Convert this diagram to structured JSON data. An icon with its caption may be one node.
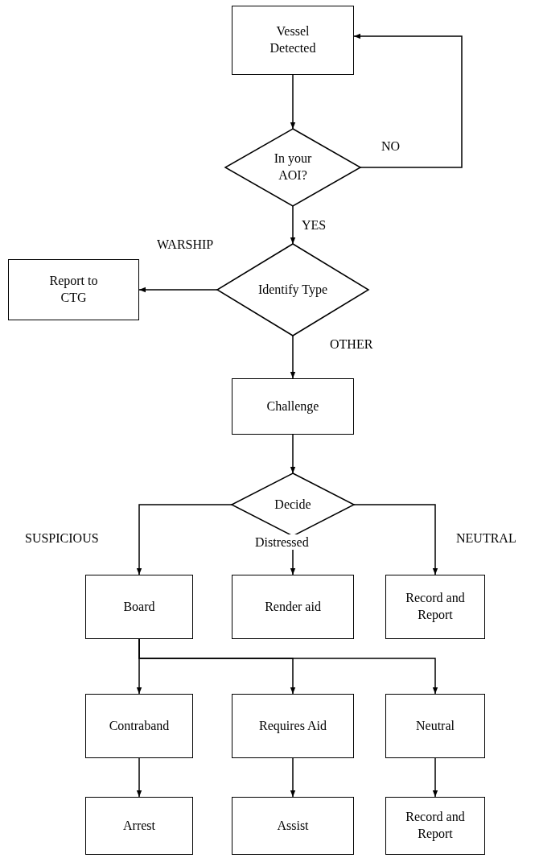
{
  "diagram": {
    "nodes": [
      {
        "text": [
          "Vessel Detected"
        ]
      },
      {
        "text": [
          "In your AOI?"
        ]
      },
      {
        "text": [
          "Identify Type"
        ]
      },
      {
        "text": [
          "Report to CTG"
        ]
      },
      {
        "text": [
          "Challenge"
        ]
      },
      {
        "text": [
          "Decide"
        ]
      },
      {
        "text": [
          "Board"
        ]
      },
      {
        "text": [
          "Render aid"
        ]
      },
      {
        "text": [
          "Record and Report"
        ]
      },
      {
        "text": [
          "Contraband"
        ]
      },
      {
        "text": [
          "Requires Aid"
        ]
      },
      {
        "text": [
          "Neutral"
        ]
      },
      {
        "text": [
          "Arrest"
        ]
      },
      {
        "text": [
          "Assist"
        ]
      },
      {
        "text": [
          "Record and Report"
        ]
      }
    ],
    "edges": [
      {
        "from": 0,
        "to": 1,
        "arrow": "to"
      },
      {
        "from": 1,
        "to": 0,
        "arrow": "to",
        "label": "NO"
      },
      {
        "from": 1,
        "to": 2,
        "arrow": "to",
        "label": "YES"
      },
      {
        "from": 2,
        "to": 3,
        "arrow": "to",
        "label": "WARSHIP"
      },
      {
        "from": 2,
        "to": 4,
        "arrow": "to",
        "label": "OTHER"
      },
      {
        "from": 4,
        "to": 5,
        "arrow": "to"
      },
      {
        "from": 5,
        "to": 6,
        "arrow": "to",
        "label": "SUSPICIOUS"
      },
      {
        "from": 5,
        "to": 7,
        "arrow": "to",
        "label": "Distressed"
      },
      {
        "from": 5,
        "to": 8,
        "arrow": "to",
        "label": "NEUTRAL"
      },
      {
        "from": 6,
        "to": 9,
        "arrow": "to"
      },
      {
        "from": 6,
        "to": 10,
        "arrow": "to"
      },
      {
        "from": 6,
        "to": 11,
        "arrow": "to"
      },
      {
        "from": 9,
        "to": 12,
        "arrow": "to"
      },
      {
        "from": 10,
        "to": 13,
        "arrow": "to"
      },
      {
        "from": 11,
        "to": 14,
        "arrow": "to"
      }
    ]
  }
}
